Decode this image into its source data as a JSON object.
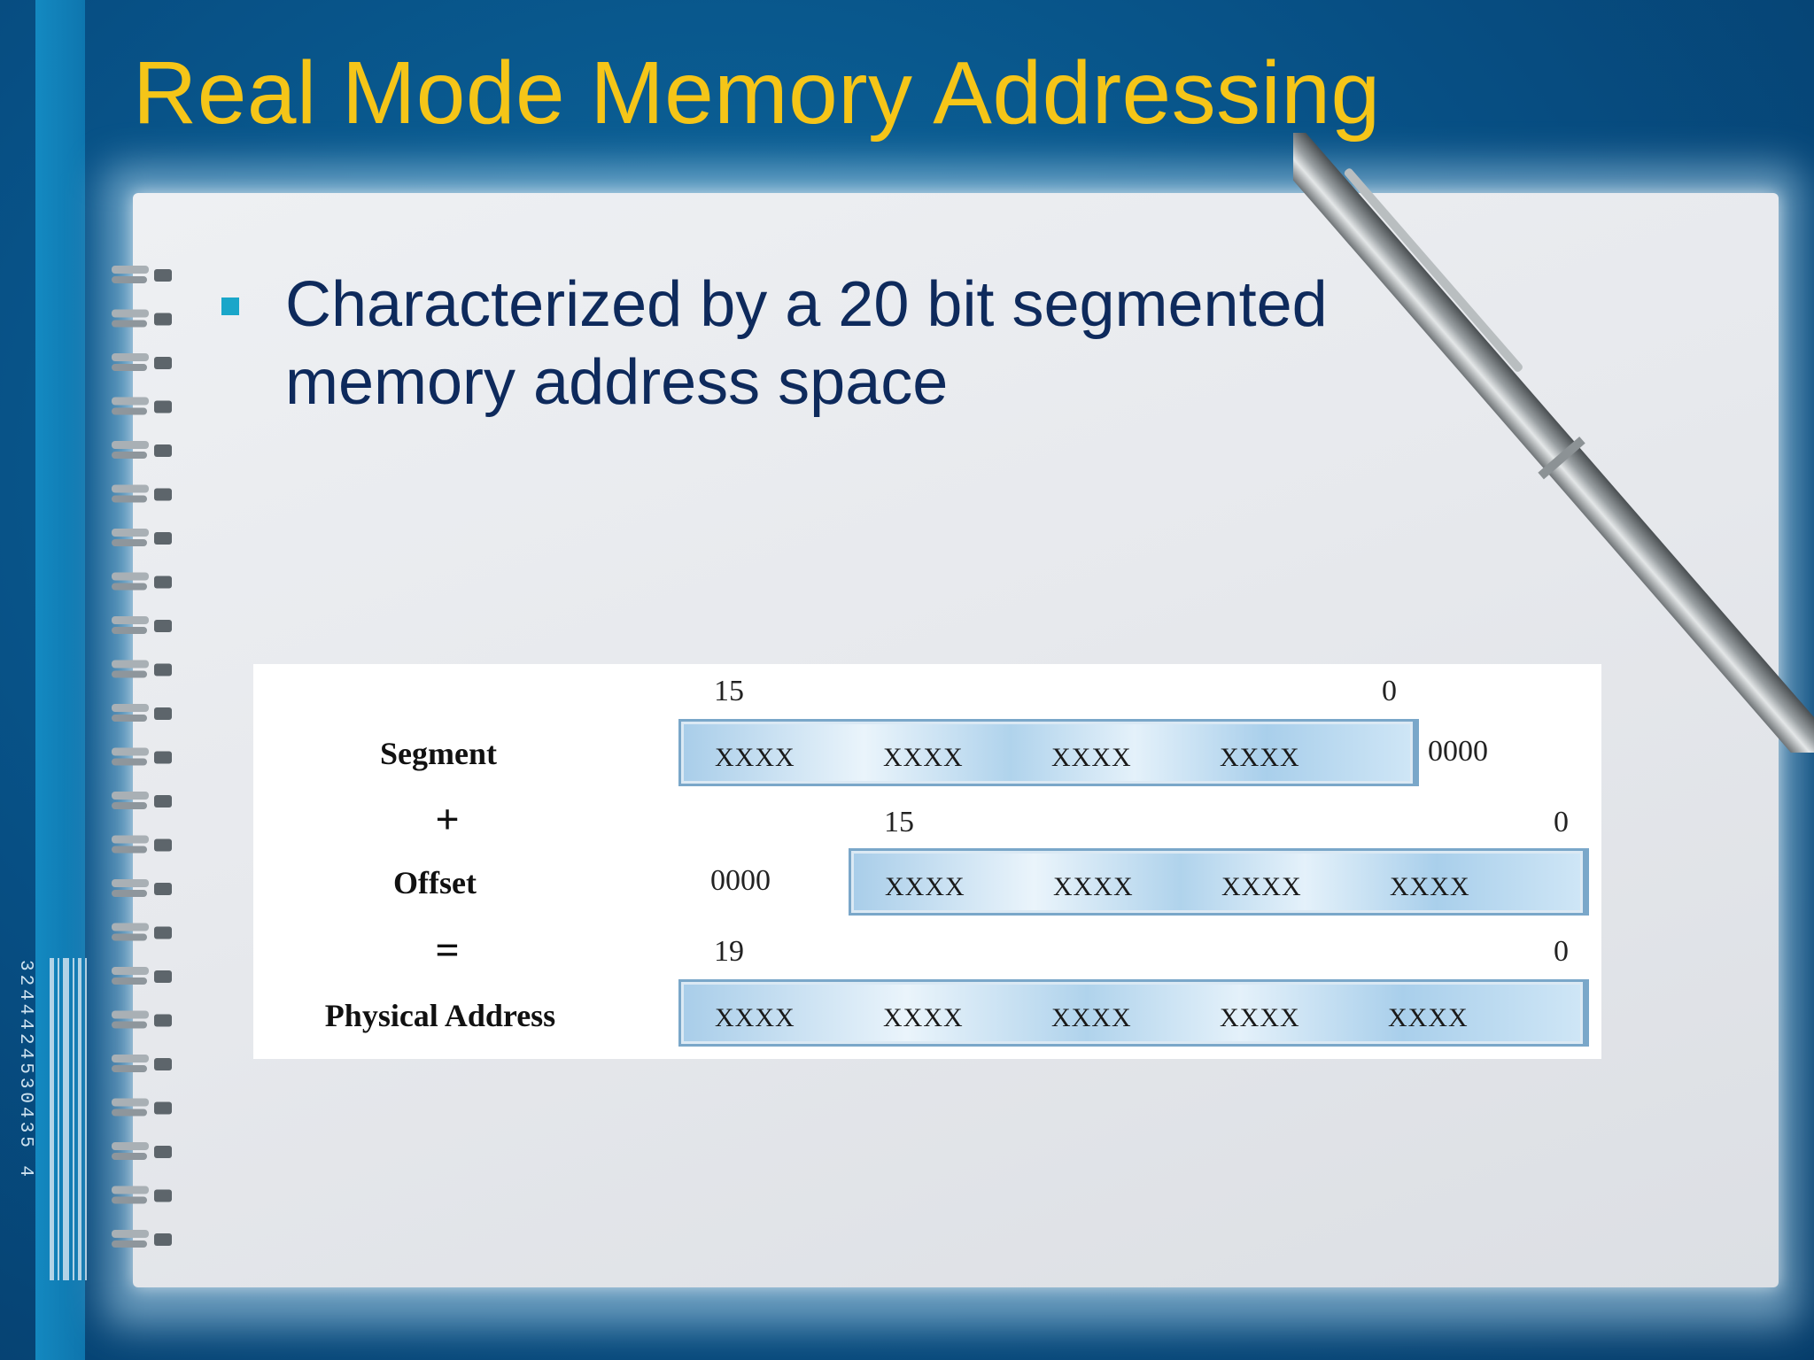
{
  "slide": {
    "title": "Real Mode Memory Addressing",
    "bullet": "Characterized by a 20 bit segmented memory address space"
  },
  "diagram": {
    "rows": {
      "segment": {
        "label": "Segment",
        "bit_high": "15",
        "bit_low": "0",
        "cells": [
          "XXXX",
          "XXXX",
          "XXXX",
          "XXXX"
        ],
        "suffix": "0000"
      },
      "plus": "+",
      "offset": {
        "label": "Offset",
        "bit_high": "15",
        "bit_low": "0",
        "prefix": "0000",
        "cells": [
          "XXXX",
          "XXXX",
          "XXXX",
          "XXXX"
        ]
      },
      "equals": "=",
      "physical": {
        "label": "Physical Address",
        "bit_high": "19",
        "bit_low": "0",
        "cells": [
          "XXXX",
          "XXXX",
          "XXXX",
          "XXXX",
          "XXXX"
        ]
      }
    }
  },
  "decor": {
    "barcode_digits": "3244424530435 4",
    "icons": [
      "spiral-binding-icon",
      "pen-icon",
      "barcode-icon"
    ],
    "colors": {
      "title": "#f5c518",
      "body_text": "#0e2a5c",
      "bullet": "#1aa6c9",
      "background": "#074f84"
    }
  }
}
